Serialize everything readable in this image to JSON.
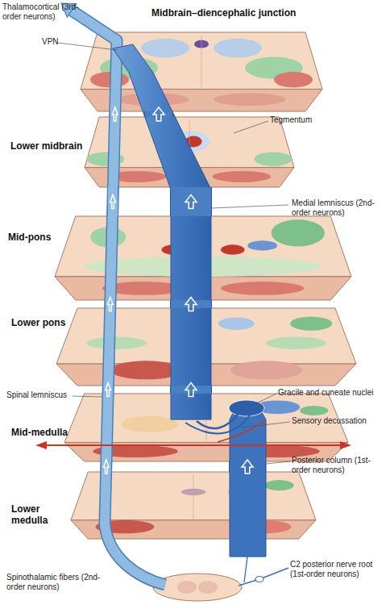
{
  "diagram": {
    "nodes": [
      {
        "text": [
          "Midbrain–diencephalic junction"
        ]
      },
      {
        "text": [
          "Lower midbrain"
        ]
      },
      {
        "text": [
          "Mid-pons"
        ]
      },
      {
        "text": [
          "Lower pons"
        ]
      },
      {
        "text": [
          "Mid-medulla"
        ]
      },
      {
        "text": [
          "Lower medulla"
        ]
      }
    ],
    "edges": [
      {
        "from": 4,
        "to": 3,
        "arrow": "to"
      },
      {
        "from": 3,
        "to": 2,
        "arrow": "to"
      },
      {
        "from": 2,
        "to": 1,
        "arrow": "to"
      },
      {
        "from": 1,
        "to": 0,
        "arrow": "to"
      },
      {
        "from": 5,
        "to": 4,
        "arrow": "to"
      },
      {
        "from": 4,
        "to": 3,
        "arrow": "to"
      },
      {
        "from": 3,
        "to": 2,
        "arrow": "to"
      },
      {
        "from": 2,
        "to": 1,
        "arrow": "to"
      },
      {
        "from": 1,
        "to": 0,
        "arrow": "to"
      },
      {
        "from": 5,
        "to": 4,
        "arrow": "to"
      }
    ],
    "labels": [
      "Thalamocortical (3rd-order neurons)",
      "VPN",
      "Tegmentum",
      "Medial lemniscus (2nd-order neurons)",
      "Spinal lemniscus",
      "Gracile and cuneate nuclei",
      "Sensory decussation",
      "Posterior column (1st-order neurons)",
      "Spinothalamic fibers (2nd-order neurons)",
      "C2 posterior nerve root (1st-order neurons)"
    ]
  }
}
